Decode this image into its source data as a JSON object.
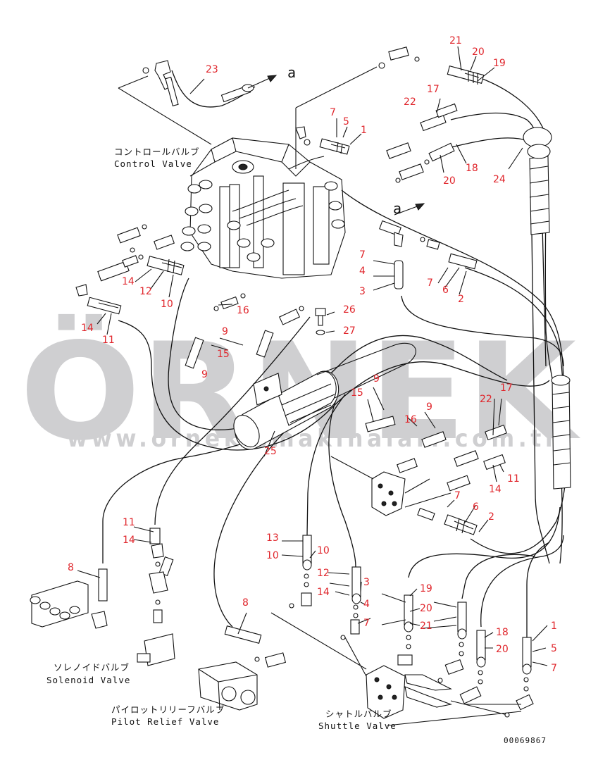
{
  "watermark": {
    "brand": "ÖRNEK",
    "url": "www.ornekismakinalari.com.tr",
    "accent": "#f3c300",
    "color": "#cfcfd1"
  },
  "labels": {
    "control_valve_jp": "コントロールバルブ",
    "control_valve_en": "Control Valve",
    "solenoid_valve_jp": "ソレノイドバルブ",
    "solenoid_valve_en": "Solenoid Valve",
    "pilot_relief_jp": "パイロットリリーフバルブ",
    "pilot_relief_en": "Pilot Relief Valve",
    "shuttle_valve_jp": "シャトルバルブ",
    "shuttle_valve_en": "Shuttle Valve",
    "ref_a_top": "a",
    "ref_a_mid": "a",
    "drawing_number": "00069867"
  },
  "callouts": [
    "23",
    "21",
    "20",
    "19",
    "17",
    "22",
    "18",
    "20",
    "24",
    "7",
    "5",
    "1",
    "7",
    "4",
    "3",
    "7",
    "6",
    "2",
    "14",
    "12",
    "10",
    "14",
    "11",
    "16",
    "9",
    "15",
    "9",
    "26",
    "27",
    "9",
    "15",
    "16",
    "9",
    "22",
    "17",
    "11",
    "14",
    "7",
    "6",
    "2",
    "25",
    "11",
    "14",
    "8",
    "13",
    "10",
    "10",
    "12",
    "14",
    "3",
    "4",
    "7",
    "19",
    "20",
    "21",
    "18",
    "20",
    "1",
    "5",
    "7",
    "8"
  ],
  "colors": {
    "callout": "#e0262c",
    "ink": "#111111",
    "background": "#ffffff"
  }
}
